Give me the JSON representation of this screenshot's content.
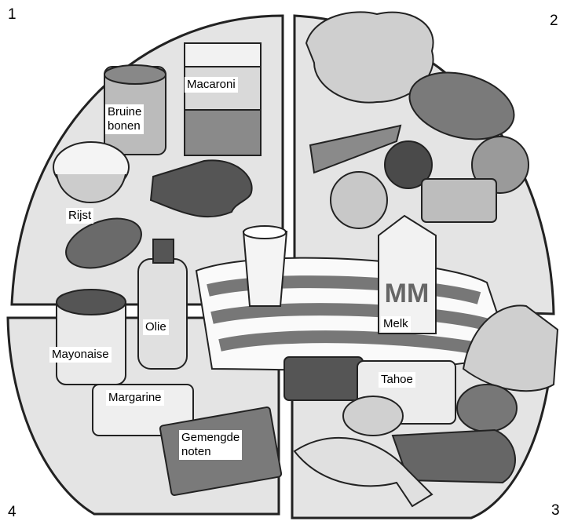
{
  "corners": [
    "1",
    "2",
    "3",
    "4"
  ],
  "labels": {
    "bruine_bonen_line1": "Bruine",
    "bruine_bonen_line2": "bonen",
    "macaroni": "Macaroni",
    "rijst": "Rijst",
    "olie": "Olie",
    "mayonaise": "Mayonaise",
    "margarine": "Margarine",
    "gemengde_line1": "Gemengde",
    "gemengde_line2": "noten",
    "melk": "Melk",
    "tahoe": "Tahoe"
  },
  "colors": {
    "plate": "#e6e6e6",
    "outline": "#222222",
    "dark": "#555555",
    "mid": "#9a9a9a",
    "light": "#d4d4d4"
  }
}
